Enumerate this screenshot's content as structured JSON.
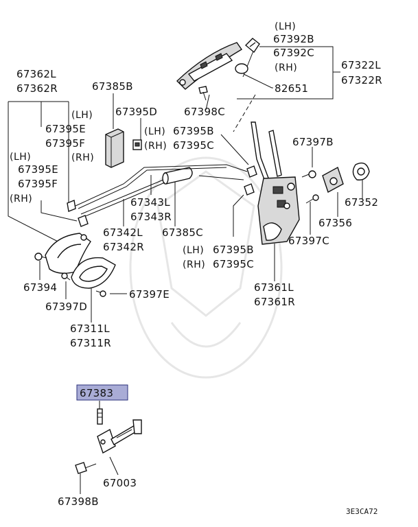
{
  "labels": {
    "lh_top": "(LH)",
    "rh_top": "(RH)",
    "lh": "(LH)",
    "rh": "(RH)",
    "p67392B": "67392B",
    "p67392C": "67392C",
    "p67322L": "67322L",
    "p67322R": "67322R",
    "p82651": "82651",
    "p67362L": "67362L",
    "p67362R": "67362R",
    "p67385B": "67385B",
    "p67398C": "67398C",
    "p67395D": "67395D",
    "p67395E": "67395E",
    "p67395F": "67395F",
    "p67395B": "67395B",
    "p67395C": "67395C",
    "p67397B": "67397B",
    "p67343L": "67343L",
    "p67343R": "67343R",
    "p67342L": "67342L",
    "p67342R": "67342R",
    "p67385C": "67385C",
    "p67352": "67352",
    "p67356": "67356",
    "p67397C": "67397C",
    "p67394": "67394",
    "p67397E": "67397E",
    "p67361L": "67361L",
    "p67361R": "67361R",
    "p67397D": "67397D",
    "p67311L": "67311L",
    "p67311R": "67311R",
    "p67383": "67383",
    "p67003": "67003",
    "p67398B": "67398B",
    "diagram_code": "3E3CA72"
  },
  "colors": {
    "highlight_fill": "#a9acd6",
    "highlight_stroke": "#2a2f7a",
    "line": "#111111"
  }
}
